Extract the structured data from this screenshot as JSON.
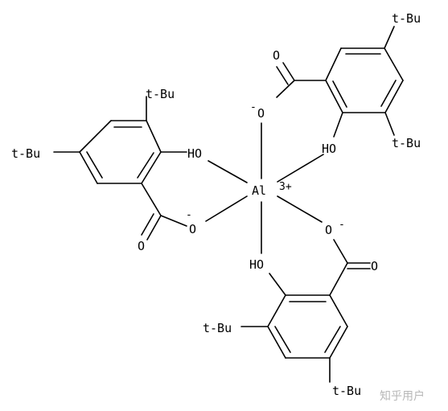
{
  "molecule": {
    "center": {
      "atom": "Al",
      "charge": "3+"
    },
    "ligands": [
      {
        "hydroxyl": "HO",
        "oxide": "O",
        "carbonyl": "O",
        "charge": "-",
        "tbu_ring": "t-Bu",
        "tbu_para": "t-Bu"
      },
      {
        "hydroxyl": "HO",
        "oxide": "O",
        "carbonyl": "O",
        "charge": "-",
        "tbu_ring": "t-Bu",
        "tbu_para": "t-Bu"
      },
      {
        "hydroxyl": "HO",
        "oxide": "O",
        "carbonyl": "O",
        "charge": "-",
        "tbu_ring": "t-Bu",
        "tbu_para": "t-Bu"
      }
    ]
  },
  "watermark": "知乎用户"
}
